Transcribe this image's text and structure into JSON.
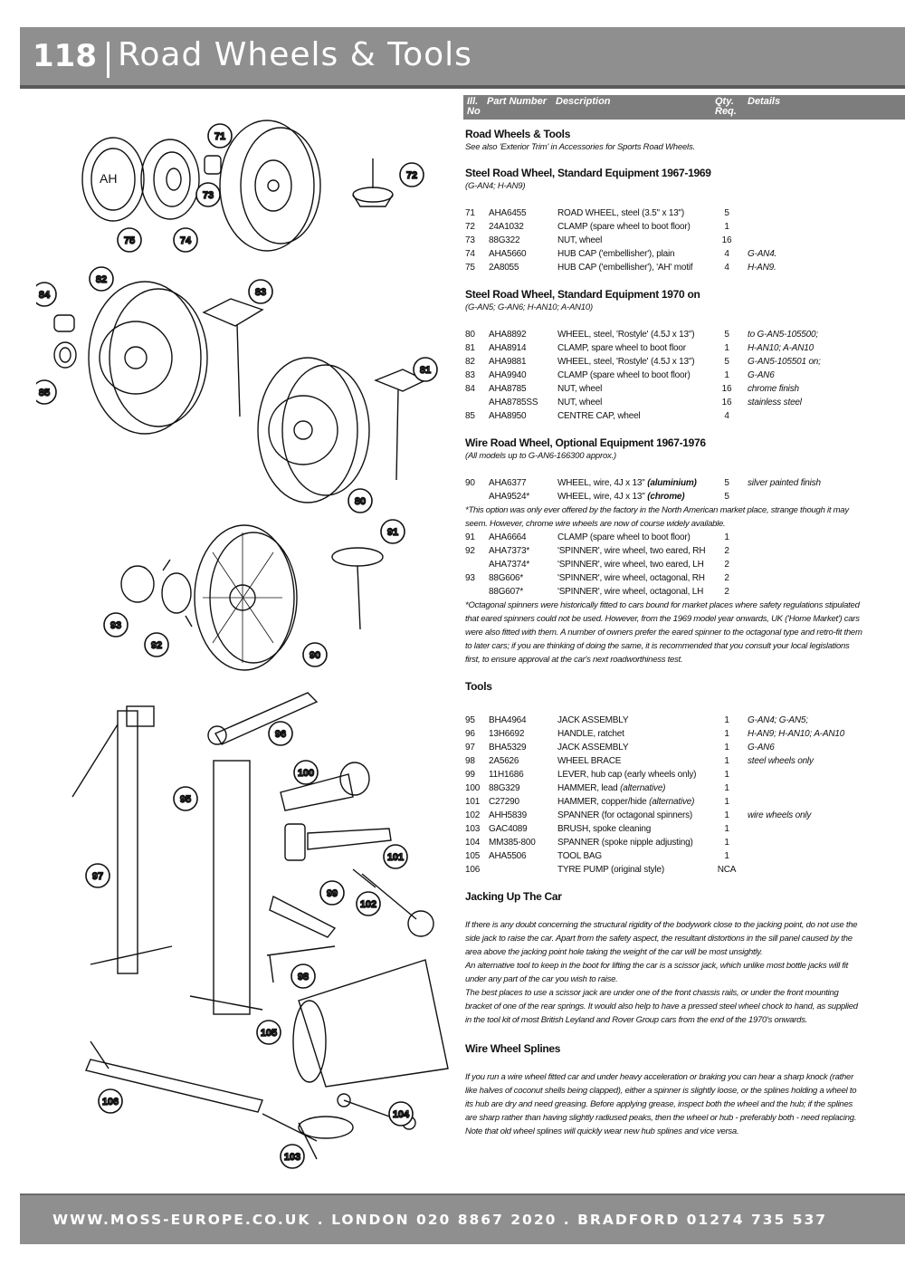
{
  "header": {
    "page_number": "118",
    "title": "Road Wheels & Tools"
  },
  "table_header": {
    "ill": "Ill.",
    "no": "No",
    "part": "Part Number",
    "desc": "Description",
    "qty": "Qty.",
    "req": "Req.",
    "details": "Details"
  },
  "intro": {
    "title": "Road Wheels & Tools",
    "sub": "See also 'Exterior Trim' in Accessories for Sports Road Wheels."
  },
  "sections": [
    {
      "title": "Steel Road Wheel, Standard Equipment 1967-1969",
      "sub": "(G-AN4; H-AN9)",
      "rows": [
        {
          "ill": "71",
          "pn": "AHA6455",
          "desc": "ROAD WHEEL, steel (3.5\" x 13\")",
          "qty": "5",
          "det": ""
        },
        {
          "ill": "72",
          "pn": "24A1032",
          "desc": "CLAMP (spare wheel to boot floor)",
          "qty": "1",
          "det": ""
        },
        {
          "ill": "73",
          "pn": "88G322",
          "desc": "NUT, wheel",
          "qty": "16",
          "det": ""
        },
        {
          "ill": "74",
          "pn": "AHA5660",
          "desc": "HUB CAP ('embellisher'), plain",
          "qty": "4",
          "det": "G-AN4."
        },
        {
          "ill": "75",
          "pn": "2A8055",
          "desc": "HUB CAP ('embellisher'), 'AH' motif",
          "qty": "4",
          "det": "H-AN9."
        }
      ]
    },
    {
      "title": "Steel Road Wheel, Standard Equipment 1970 on",
      "sub": "(G-AN5; G-AN6; H-AN10; A-AN10)",
      "rows": [
        {
          "ill": "80",
          "pn": "AHA8892",
          "desc": "WHEEL, steel, 'Rostyle' (4.5J x 13\")",
          "qty": "5",
          "det": "to G-AN5-105500;"
        },
        {
          "ill": "81",
          "pn": "AHA8914",
          "desc": "CLAMP, spare wheel to boot floor",
          "qty": "1",
          "det": "H-AN10; A-AN10"
        },
        {
          "ill": "82",
          "pn": "AHA9881",
          "desc": "WHEEL, steel, 'Rostyle' (4.5J x 13\")",
          "qty": "5",
          "det": "G-AN5-105501 on;"
        },
        {
          "ill": "83",
          "pn": "AHA9940",
          "desc": "CLAMP (spare wheel to boot floor)",
          "qty": "1",
          "det": "G-AN6"
        },
        {
          "ill": "84",
          "pn": "AHA8785",
          "desc": "NUT, wheel",
          "qty": "16",
          "det": "chrome finish"
        },
        {
          "ill": "",
          "pn": "AHA8785SS",
          "desc": "NUT, wheel",
          "qty": "16",
          "det": "stainless steel"
        },
        {
          "ill": "85",
          "pn": "AHA8950",
          "desc": "CENTRE CAP, wheel",
          "qty": "4",
          "det": ""
        }
      ]
    },
    {
      "title": "Wire Road Wheel, Optional Equipment 1967-1976",
      "sub": "(All models up to G-AN6-166300 approx.)",
      "rows": [
        {
          "ill": "90",
          "pn": "AHA6377",
          "desc": "WHEEL, wire, 4J x 13\"",
          "desc_em": "(aluminium)",
          "qty": "5",
          "det": "silver painted finish"
        },
        {
          "ill": "",
          "pn": "AHA9524*",
          "desc": "WHEEL, wire, 4J x 13\"",
          "desc_em": "(chrome)",
          "qty": "5",
          "det": ""
        }
      ],
      "note1": "*This option was only ever offered by the factory in the North American market place, strange though it may seem. However, chrome wire wheels are now of course widely available.",
      "rows2": [
        {
          "ill": "91",
          "pn": "AHA6664",
          "desc": "CLAMP (spare wheel to boot floor)",
          "qty": "1",
          "det": ""
        },
        {
          "ill": "92",
          "pn": "AHA7373*",
          "desc": "'SPINNER', wire wheel, two eared, RH",
          "qty": "2",
          "det": ""
        },
        {
          "ill": "",
          "pn": "AHA7374*",
          "desc": "'SPINNER', wire wheel, two eared, LH",
          "qty": "2",
          "det": ""
        },
        {
          "ill": "93",
          "pn": "88G606*",
          "desc": "'SPINNER', wire wheel, octagonal, RH",
          "qty": "2",
          "det": ""
        },
        {
          "ill": "",
          "pn": "88G607*",
          "desc": "'SPINNER', wire wheel, octagonal, LH",
          "qty": "2",
          "det": ""
        }
      ],
      "note2": "*Octagonal spinners were historically fitted to cars bound for market places where safety regulations stipulated that eared spinners could not be used. However, from the 1969 model year onwards, UK ('Home Market') cars were also fitted with them. A number of owners prefer the eared spinner to the octagonal type and retro-fit them to later cars; if you are thinking of doing the same, it is recommended that you consult your local legislations first, to ensure approval at the car's next roadworthiness test."
    },
    {
      "title": "Tools",
      "sub": "",
      "rows": [
        {
          "ill": "95",
          "pn": "BHA4964",
          "desc": "JACK ASSEMBLY",
          "qty": "1",
          "det": "G-AN4; G-AN5;"
        },
        {
          "ill": "96",
          "pn": "13H6692",
          "desc": "HANDLE, ratchet",
          "qty": "1",
          "det": "H-AN9; H-AN10; A-AN10"
        },
        {
          "ill": "97",
          "pn": "BHA5329",
          "desc": "JACK ASSEMBLY",
          "qty": "1",
          "det": "G-AN6"
        },
        {
          "ill": "98",
          "pn": "2A5626",
          "desc": "WHEEL BRACE",
          "qty": "1",
          "det": "steel wheels only"
        },
        {
          "ill": "99",
          "pn": "11H1686",
          "desc": "LEVER, hub cap (early wheels only)",
          "qty": "1",
          "det": ""
        },
        {
          "ill": "100",
          "pn": "88G329",
          "desc": "HAMMER, lead",
          "desc_em": "(alternative)",
          "qty": "1",
          "det": ""
        },
        {
          "ill": "101",
          "pn": "C27290",
          "desc": "HAMMER, copper/hide",
          "desc_em": "(alternative)",
          "qty": "1",
          "det": ""
        },
        {
          "ill": "102",
          "pn": "AHH5839",
          "desc": "SPANNER (for octagonal spinners)",
          "qty": "1",
          "det": "wire wheels only"
        },
        {
          "ill": "103",
          "pn": "GAC4089",
          "desc": "BRUSH, spoke cleaning",
          "qty": "1",
          "det": ""
        },
        {
          "ill": "104",
          "pn": "MM385-800",
          "desc": "SPANNER (spoke nipple adjusting)",
          "qty": "1",
          "det": ""
        },
        {
          "ill": "105",
          "pn": "AHA5506",
          "desc": "TOOL BAG",
          "qty": "1",
          "det": ""
        },
        {
          "ill": "106",
          "pn": "",
          "desc": "TYRE PUMP (original style)",
          "qty": "NCA",
          "det": ""
        }
      ]
    }
  ],
  "jacking": {
    "title": "Jacking Up The Car",
    "paragraphs": [
      "If there is any doubt concerning the structural rigidity of the bodywork close to the jacking point, do not use the side jack to raise the car. Apart from the safety aspect, the resultant distortions in the sill panel caused by the area above the jacking point hole taking the weight of the car will be most unsightly.",
      "An alternative tool to keep in the boot for lifting the car is a scissor jack, which unlike most bottle jacks will fit under any part of the car you wish to raise.",
      "The best places to use a scissor jack are under one of the front chassis rails, or under the front mounting bracket of one of the rear springs. It would also help to have a pressed steel wheel chock to hand, as supplied in the tool kit of most British Leyland and Rover Group cars from the end of the 1970's onwards."
    ]
  },
  "splines": {
    "title": "Wire Wheel Splines",
    "paragraph": "If you run a wire wheel fitted car and under heavy acceleration or braking you can hear a sharp knock (rather like halves of coconut shells being clapped), either a spinner is slightly loose, or the splines holding a wheel to its hub are dry and need greasing. Before applying grease, inspect both the wheel and the hub; if the splines are sharp rather than having slightly radiused peaks, then the wheel or hub - preferably both - need replacing. Note that old wheel splines will quickly wear new hub splines and vice versa."
  },
  "callouts": [
    "71",
    "72",
    "73",
    "74",
    "75",
    "82",
    "83",
    "84",
    "85",
    "81",
    "80",
    "91",
    "93",
    "92",
    "90",
    "96",
    "95",
    "100",
    "97",
    "101",
    "99",
    "102",
    "98",
    "105",
    "106",
    "104",
    "103"
  ],
  "footer": "WWW.MOSS-EUROPE.CO.UK . LONDON 020 8867 2020 . BRADFORD 01274 735 537"
}
